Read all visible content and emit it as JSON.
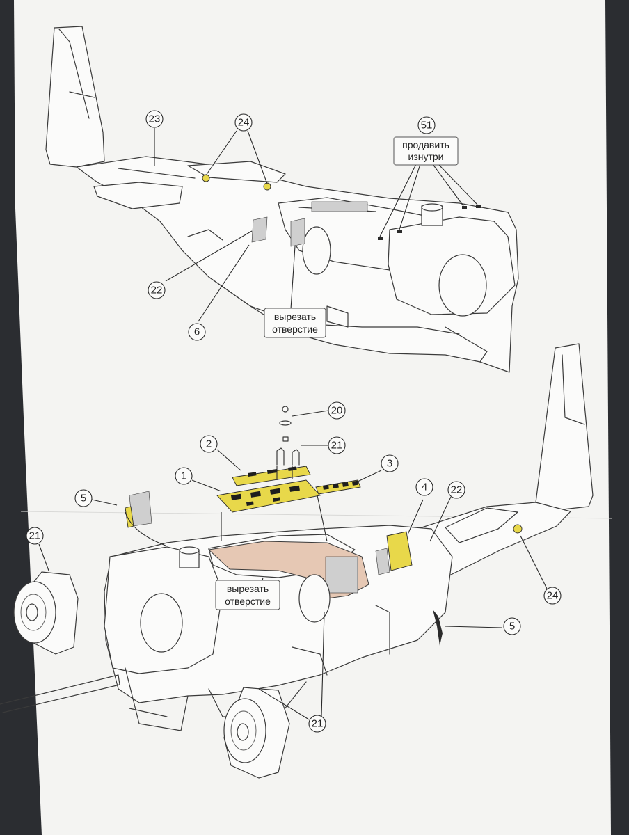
{
  "callouts": {
    "c23": "23",
    "c24_top": "24",
    "c51": "51",
    "c22_top": "22",
    "c6": "6",
    "c20": "20",
    "c21_part": "21",
    "c2": "2",
    "c1": "1",
    "c3": "3",
    "c5_left": "5",
    "c4": "4",
    "c22_bottom": "22",
    "c21_left": "21",
    "c24_bottom": "24",
    "c5_right": "5",
    "c21_bottom": "21"
  },
  "notes": {
    "solder_line1": "продавить",
    "solder_line2": "изнутри",
    "cut_top_line1": "вырезать",
    "cut_top_line2": "отверстие",
    "cut_bottom_line1": "вырезать",
    "cut_bottom_line2": "отверстие"
  },
  "colors": {
    "photo_etch_brass": "#e8d84a",
    "resin_part_tan": "#e6c8b4",
    "paper": "#f4f4f2",
    "background": "#2b2d31"
  }
}
